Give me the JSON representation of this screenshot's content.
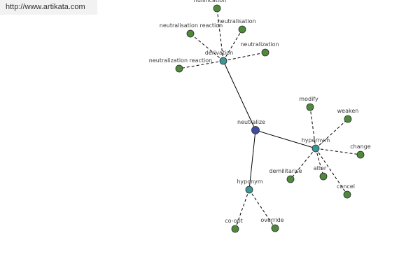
{
  "source_link": "http://www.artikata.com",
  "colors": {
    "root": "#3c4da6",
    "category": "#3d9696",
    "leaf": "#4f8a3c",
    "background": "#ffffff",
    "edge": "#000000"
  },
  "graph": {
    "root": "neutralize",
    "categories": [
      "derivation",
      "hypernym",
      "hyponym"
    ],
    "nodes": [
      {
        "id": "neutralize",
        "label": "neutralize",
        "kind": "root"
      },
      {
        "id": "derivation",
        "label": "derivation",
        "kind": "category"
      },
      {
        "id": "hypernym",
        "label": "hypernym",
        "kind": "category"
      },
      {
        "id": "hyponym",
        "label": "hyponym",
        "kind": "category"
      },
      {
        "id": "nullification",
        "label": "nullification",
        "kind": "leaf",
        "parent": "derivation"
      },
      {
        "id": "neutralisation",
        "label": "neutralisation",
        "kind": "leaf",
        "parent": "derivation"
      },
      {
        "id": "neutralisation-reaction",
        "label": "neutralisation reaction",
        "kind": "leaf",
        "parent": "derivation"
      },
      {
        "id": "neutralization",
        "label": "neutralization",
        "kind": "leaf",
        "parent": "derivation"
      },
      {
        "id": "neutralization-reaction",
        "label": "neutralization reaction",
        "kind": "leaf",
        "parent": "derivation"
      },
      {
        "id": "modify",
        "label": "modify",
        "kind": "leaf",
        "parent": "hypernym"
      },
      {
        "id": "weaken",
        "label": "weaken",
        "kind": "leaf",
        "parent": "hypernym"
      },
      {
        "id": "change",
        "label": "change",
        "kind": "leaf",
        "parent": "hypernym"
      },
      {
        "id": "demilitarise",
        "label": "demilitarise",
        "kind": "leaf",
        "parent": "hypernym"
      },
      {
        "id": "alter",
        "label": "alter",
        "kind": "leaf",
        "parent": "hypernym"
      },
      {
        "id": "cancel",
        "label": "cancel",
        "kind": "leaf",
        "parent": "hypernym"
      },
      {
        "id": "co-opt",
        "label": "co-opt",
        "kind": "leaf",
        "parent": "hyponym"
      },
      {
        "id": "override",
        "label": "override",
        "kind": "leaf",
        "parent": "hyponym"
      }
    ],
    "edges": [
      {
        "from": "neutralize",
        "to": "derivation",
        "style": "solid"
      },
      {
        "from": "neutralize",
        "to": "hypernym",
        "style": "solid"
      },
      {
        "from": "neutralize",
        "to": "hyponym",
        "style": "solid"
      },
      {
        "from": "derivation",
        "to": "nullification",
        "style": "dashed"
      },
      {
        "from": "derivation",
        "to": "neutralisation",
        "style": "dashed"
      },
      {
        "from": "derivation",
        "to": "neutralisation-reaction",
        "style": "dashed"
      },
      {
        "from": "derivation",
        "to": "neutralization",
        "style": "dashed"
      },
      {
        "from": "derivation",
        "to": "neutralization-reaction",
        "style": "dashed"
      },
      {
        "from": "hypernym",
        "to": "modify",
        "style": "dashed"
      },
      {
        "from": "hypernym",
        "to": "weaken",
        "style": "dashed"
      },
      {
        "from": "hypernym",
        "to": "change",
        "style": "dashed"
      },
      {
        "from": "hypernym",
        "to": "demilitarise",
        "style": "dashed"
      },
      {
        "from": "hypernym",
        "to": "alter",
        "style": "dashed"
      },
      {
        "from": "hypernym",
        "to": "cancel",
        "style": "dashed"
      },
      {
        "from": "hyponym",
        "to": "co-opt",
        "style": "dashed"
      },
      {
        "from": "hyponym",
        "to": "override",
        "style": "dashed"
      }
    ]
  }
}
